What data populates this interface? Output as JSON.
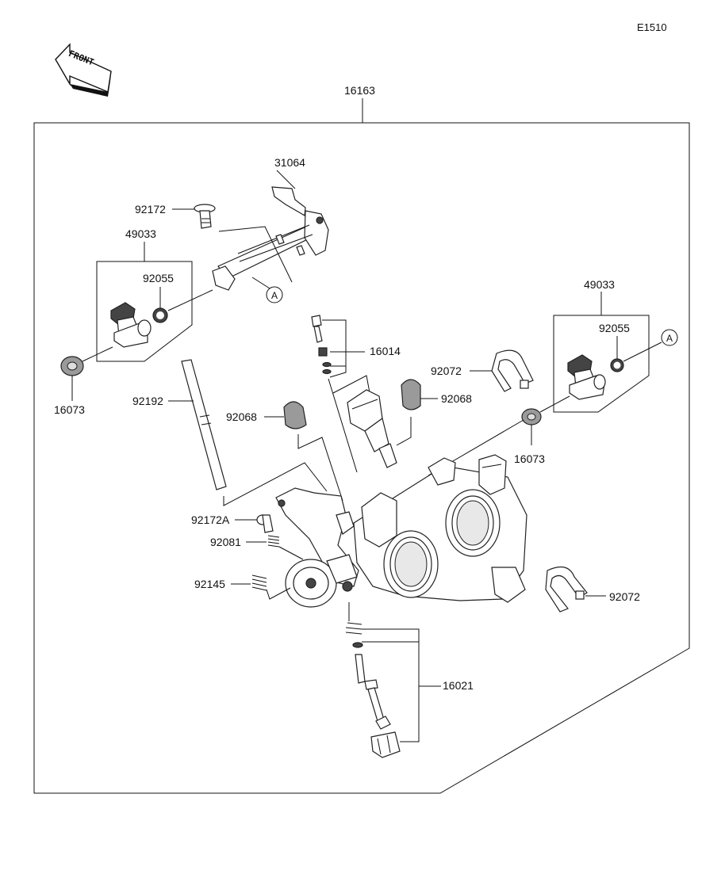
{
  "diagram_code": "E1510",
  "front_arrow_text": "FRONT",
  "labels": {
    "assembly": "16163",
    "rail": "31064",
    "screw_top": "92172",
    "injector_left": "49033",
    "oring_left": "92055",
    "damper_left": "16073",
    "hose": "92192",
    "cap_left": "92068",
    "screw_a": "92172A",
    "spring": "92081",
    "spring_b": "92145",
    "sensor_screw": "16014",
    "clamp_upper": "92072",
    "cap_right": "92068",
    "injector_right": "49033",
    "oring_right": "92055",
    "damper_right": "16073",
    "clamp_lower": "92072",
    "idle_screw": "16021"
  },
  "ref_marks": {
    "left": "A",
    "right": "A"
  }
}
